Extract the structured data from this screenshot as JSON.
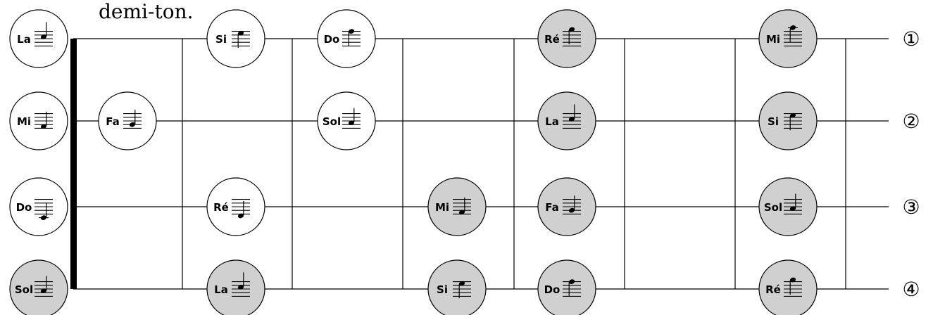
{
  "header": {
    "text": "demi-ton."
  },
  "strings": [
    {
      "number": "①"
    },
    {
      "number": "②"
    },
    {
      "number": "③"
    },
    {
      "number": "④"
    }
  ],
  "notes": [
    {
      "label": "La",
      "string": 1,
      "fret": 0,
      "shaded": false,
      "staff_step": -3,
      "stem": "up"
    },
    {
      "label": "Si",
      "string": 1,
      "fret": 2,
      "shaded": false,
      "staff_step": -1,
      "stem": "down"
    },
    {
      "label": "Do",
      "string": 1,
      "fret": 3,
      "shaded": false,
      "staff_step": 0,
      "stem": "down"
    },
    {
      "label": "Ré",
      "string": 1,
      "fret": 5,
      "shaded": true,
      "staff_step": 1,
      "stem": "down"
    },
    {
      "label": "Mi",
      "string": 1,
      "fret": 7,
      "shaded": true,
      "staff_step": 2,
      "stem": "down"
    },
    {
      "label": "Mi",
      "string": 2,
      "fret": 0,
      "shaded": false,
      "staff_step": -7,
      "stem": "up"
    },
    {
      "label": "Fa",
      "string": 2,
      "fret": 1,
      "shaded": false,
      "staff_step": -6,
      "stem": "up"
    },
    {
      "label": "Sol",
      "string": 2,
      "fret": 3,
      "shaded": false,
      "staff_step": -5,
      "stem": "up"
    },
    {
      "label": "La",
      "string": 2,
      "fret": 5,
      "shaded": true,
      "staff_step": -3,
      "stem": "up"
    },
    {
      "label": "Si",
      "string": 2,
      "fret": 7,
      "shaded": true,
      "staff_step": -1,
      "stem": "down"
    },
    {
      "label": "Do",
      "string": 3,
      "fret": 0,
      "shaded": false,
      "staff_step": -10,
      "stem": "up"
    },
    {
      "label": "Ré",
      "string": 3,
      "fret": 2,
      "shaded": false,
      "staff_step": -9,
      "stem": "up"
    },
    {
      "label": "Mi",
      "string": 3,
      "fret": 4,
      "shaded": true,
      "staff_step": -7,
      "stem": "up"
    },
    {
      "label": "Fa",
      "string": 3,
      "fret": 5,
      "shaded": true,
      "staff_step": -6,
      "stem": "up"
    },
    {
      "label": "Sol",
      "string": 3,
      "fret": 7,
      "shaded": true,
      "staff_step": -5,
      "stem": "up"
    },
    {
      "label": "Sol",
      "string": 4,
      "fret": 0,
      "shaded": true,
      "staff_step": -5,
      "stem": "up"
    },
    {
      "label": "La",
      "string": 4,
      "fret": 2,
      "shaded": true,
      "staff_step": -3,
      "stem": "up"
    },
    {
      "label": "Si",
      "string": 4,
      "fret": 4,
      "shaded": true,
      "staff_step": -1,
      "stem": "down"
    },
    {
      "label": "Do",
      "string": 4,
      "fret": 5,
      "shaded": true,
      "staff_step": 0,
      "stem": "down"
    },
    {
      "label": "Ré",
      "string": 4,
      "fret": 7,
      "shaded": true,
      "staff_step": 1,
      "stem": "down"
    }
  ],
  "colors": {
    "shaded_fill": "#d0d0d0",
    "open_fill": "#ffffff",
    "line": "#000000"
  }
}
